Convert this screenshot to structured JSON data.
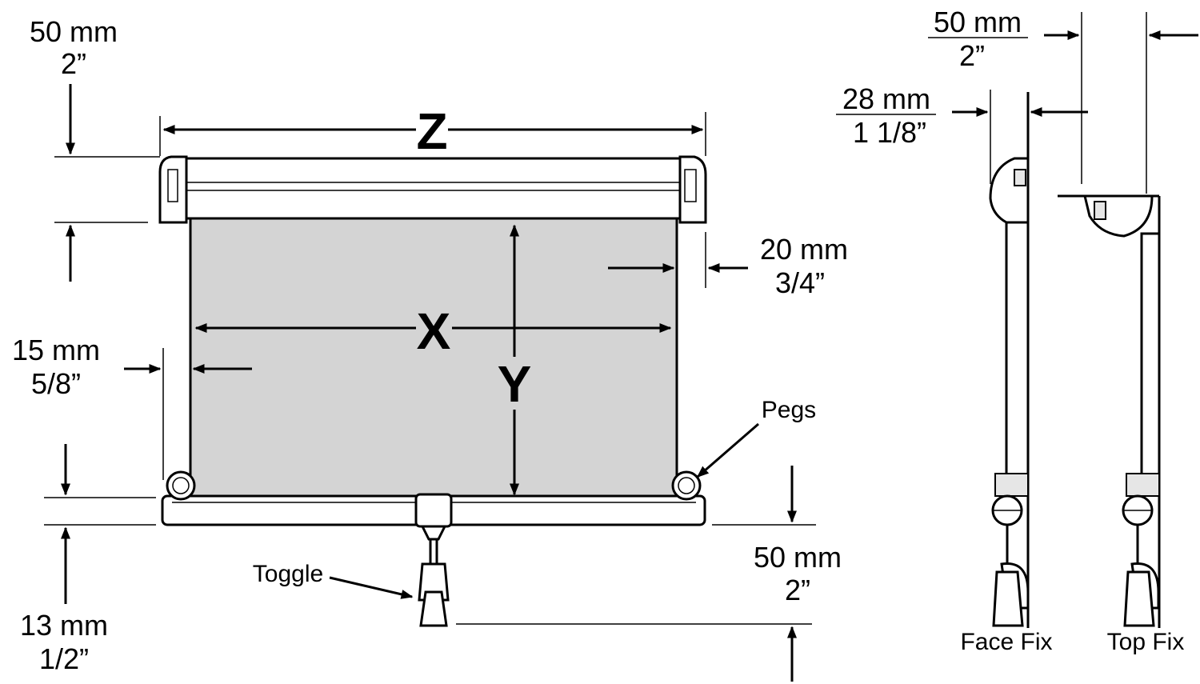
{
  "labels": {
    "top_height_mm": "50 mm",
    "top_height_in": "2”",
    "width_z": "Z",
    "width_x": "X",
    "drop_y": "Y",
    "right_gap_mm": "20 mm",
    "right_gap_in": "3/4”",
    "left_gap_mm": "15 mm",
    "left_gap_in": "5/8”",
    "pegs": "Pegs",
    "toggle": "Toggle",
    "bottom_left_mm": "13 mm",
    "bottom_left_in": "1/2”",
    "bottom_right_mm": "50 mm",
    "bottom_right_in": "2”",
    "side_top_mm": "50 mm",
    "side_top_in": "2”",
    "side_depth_mm": "28 mm",
    "side_depth_in": "1 1/8”",
    "face_fix": "Face Fix",
    "top_fix": "Top Fix"
  }
}
